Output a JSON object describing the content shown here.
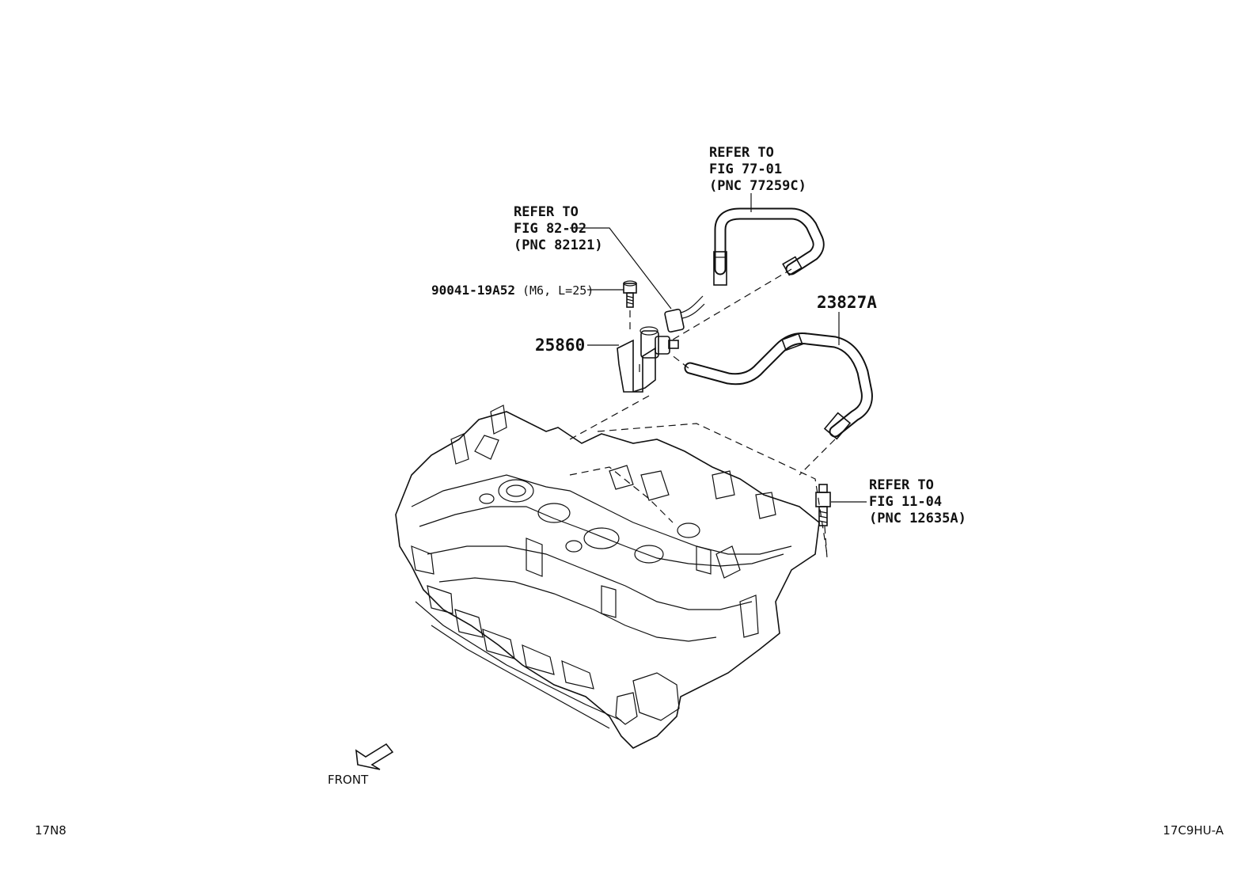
{
  "callouts": {
    "refer_77_01": [
      "REFER TO",
      "FIG 77-01",
      "(PNC 77259C)"
    ],
    "refer_82_02": [
      "REFER TO",
      "FIG 82-02",
      "(PNC 82121)"
    ],
    "refer_11_04": [
      "REFER TO",
      "FIG 11-04",
      "(PNC 12635A)"
    ],
    "bolt_part_number": "90041-19A52",
    "bolt_spec": "(M6, L=25)",
    "valve_part_number": "25860",
    "hose_part_number": "23827A",
    "front_label": "FRONT"
  },
  "footer": {
    "left_code": "17N8",
    "right_code": "17C9HU-A"
  },
  "icons": {
    "front_arrow": "front-direction-arrow"
  }
}
